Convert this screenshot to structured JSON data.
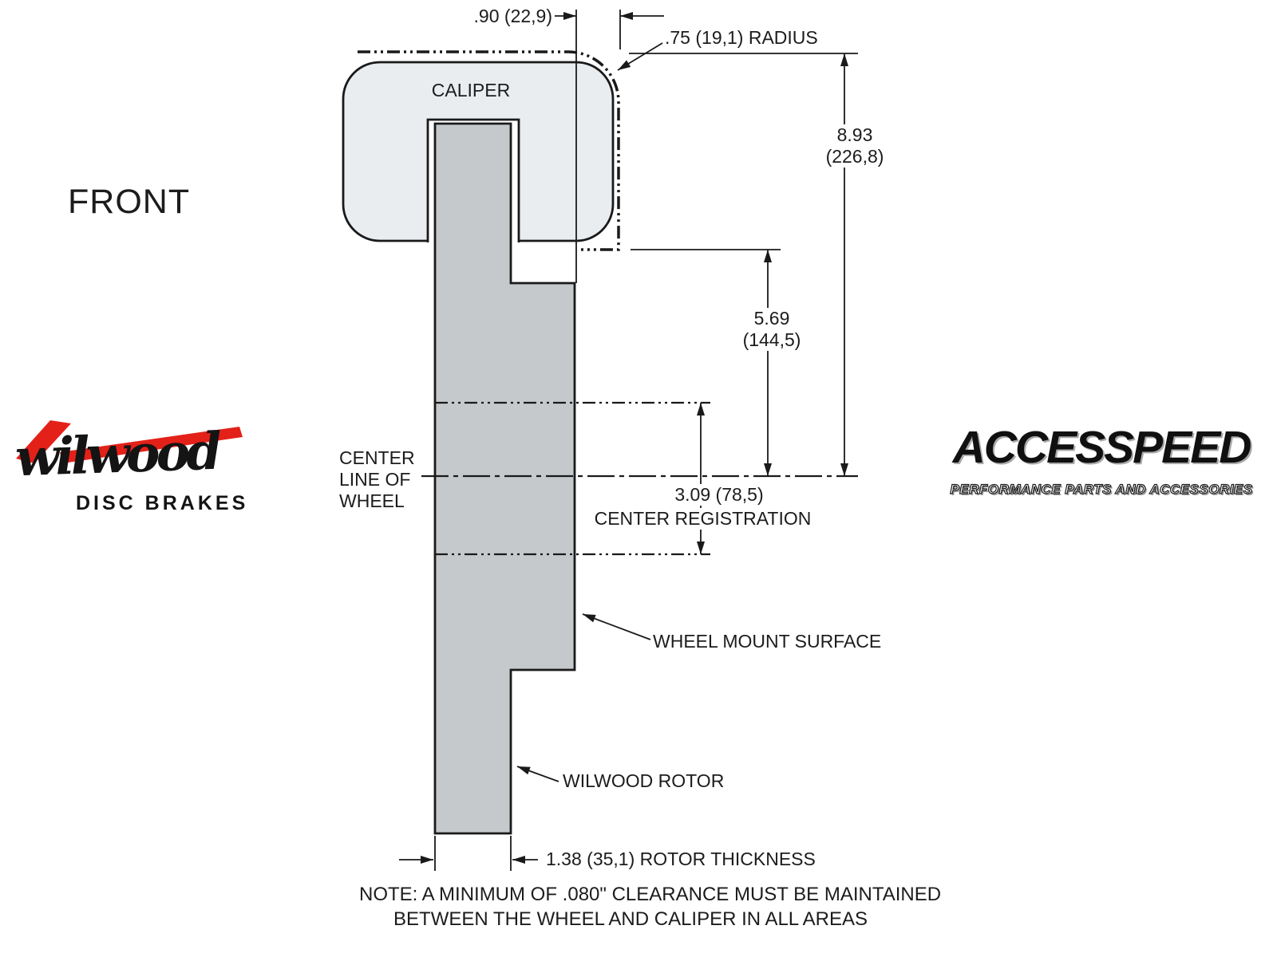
{
  "colors": {
    "line": "#1a1a1a",
    "caliper_fill": "#e9edf0",
    "rotor_fill": "#c5c9cc",
    "wilwood_red": "#e32119"
  },
  "drawing": {
    "front_label": "FRONT",
    "caliper_label": "CALIPER",
    "dims": {
      "caliper_offset": ".90 (22,9)",
      "corner_radius": ".75 (19,1) RADIUS",
      "overall_height_in": "8.93",
      "overall_height_mm": "(226,8)",
      "caliper_to_centerline_in": "5.69",
      "caliper_to_centerline_mm": "(144,5)",
      "center_registration_value": "3.09 (78,5)",
      "center_registration_label": "CENTER REGISTRATION",
      "rotor_thickness": "1.38 (35,1) ROTOR THICKNESS"
    },
    "labels": {
      "centerline_line1": "CENTER",
      "centerline_line2": "LINE OF",
      "centerline_line3": "WHEEL",
      "wheel_mount_surface": "WHEEL MOUNT SURFACE",
      "wilwood_rotor": "WILWOOD ROTOR"
    },
    "note_line1": "NOTE: A MINIMUM OF .080\" CLEARANCE MUST BE MAINTAINED",
    "note_line2": "BETWEEN THE WHEEL AND CALIPER IN ALL AREAS"
  },
  "logos": {
    "wilwood_name": "wilwood",
    "wilwood_subtitle": "DISC BRAKES",
    "accesspeed_name": "ACCESSPEED",
    "accesspeed_subtitle": "PERFORMANCE PARTS AND ACCESSORIES"
  }
}
